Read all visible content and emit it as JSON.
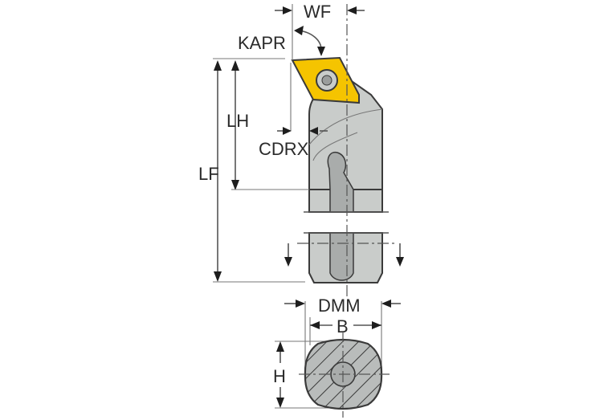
{
  "diagram": {
    "type": "technical-drawing",
    "subject": "boring bar tool holder with rhombic insert",
    "labels": {
      "wf": "WF",
      "kapr": "KAPR",
      "lh": "LH",
      "lf": "LF",
      "cdrx": "CDRX",
      "dmm": "DMM",
      "b": "B",
      "h": "H"
    },
    "colors": {
      "insert": "#f5c400",
      "body": "#c9ccca",
      "body_dark": "#a9acab",
      "outline": "#3a3a3a",
      "dimension": "#555555"
    },
    "views": [
      "side-view",
      "cross-section"
    ]
  }
}
